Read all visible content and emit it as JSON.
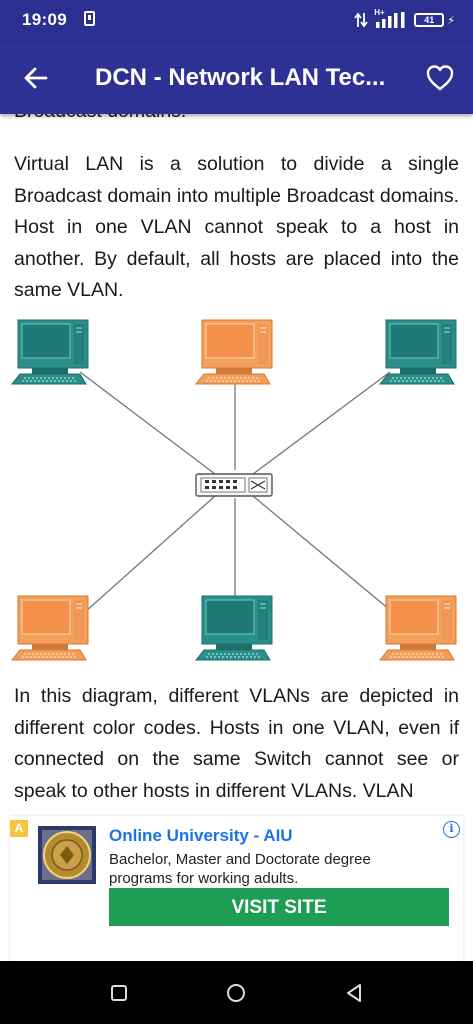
{
  "status_bar": {
    "time": "19:09",
    "network": "H+",
    "battery": "41"
  },
  "app_bar": {
    "title": "DCN - Network LAN Tec...",
    "back_icon": "arrow-left-icon",
    "favorite_icon": "heart-outline-icon",
    "color": "#2d3193"
  },
  "article": {
    "cut_line": "Broadcast domains.",
    "paragraph_1": "Virtual LAN is a solution to divide a single Broadcast domain into multiple Broadcast domains. Host in one VLAN cannot speak to a host in another. By default, all hosts are placed into the same VLAN.",
    "paragraph_2": "In this diagram, different VLANs are depicted in different color codes. Hosts in one VLAN, even if connected on the same Switch cannot see or speak to other hosts in different VLANs. VLAN"
  },
  "diagram": {
    "hub": "network-switch-icon",
    "hosts": [
      {
        "position": "top-left",
        "color": "teal",
        "hex": "#2a8f8a"
      },
      {
        "position": "top-center",
        "color": "orange",
        "hex": "#f5a05a"
      },
      {
        "position": "top-right",
        "color": "teal",
        "hex": "#2a8f8a"
      },
      {
        "position": "bottom-left",
        "color": "orange",
        "hex": "#f5a05a"
      },
      {
        "position": "bottom-center",
        "color": "teal",
        "hex": "#2a8f8a"
      },
      {
        "position": "bottom-right",
        "color": "orange",
        "hex": "#f5a05a"
      }
    ]
  },
  "ad": {
    "badge": "A",
    "title": "Online University - AIU",
    "description": "Bachelor, Master and Doctorate degree programs for working adults.",
    "button_label": "VISIT SITE",
    "info_icon": "info-icon",
    "button_color": "#1e9e55"
  },
  "nav_bar": {
    "recents_icon": "square-icon",
    "home_icon": "circle-icon",
    "back_icon": "triangle-back-icon"
  }
}
